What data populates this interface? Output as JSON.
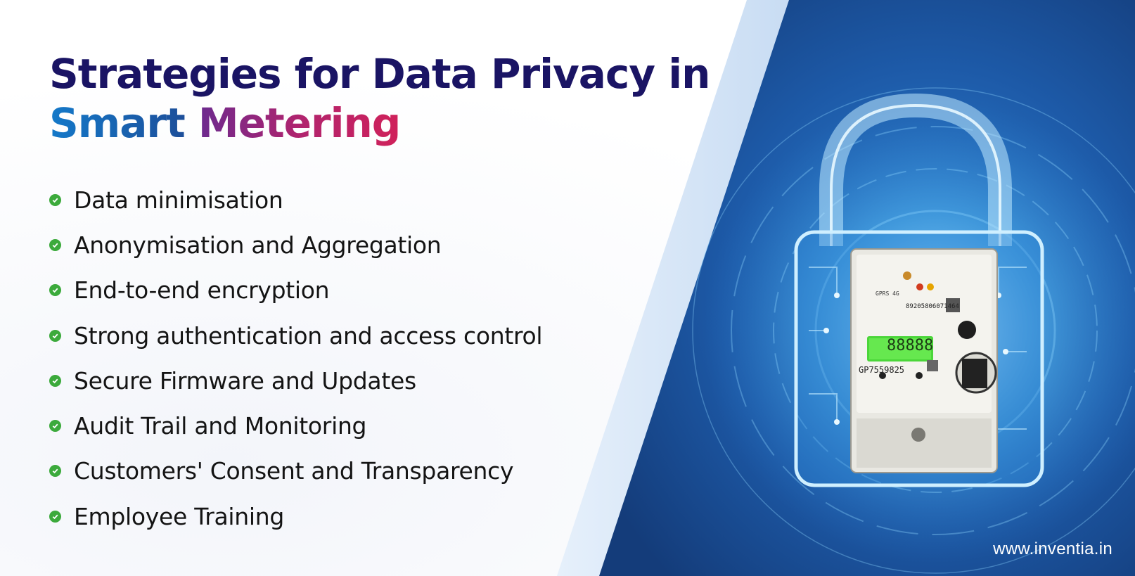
{
  "title": {
    "line1": "Strategies for Data Privacy in",
    "line2_part1": "Smart",
    "line2_part2": "Metering"
  },
  "strategies": [
    {
      "label": "Data minimisation"
    },
    {
      "label": "Anonymisation and Aggregation"
    },
    {
      "label": "End-to-end encryption"
    },
    {
      "label": "Strong authentication and access control"
    },
    {
      "label": "Secure Firmware and Updates"
    },
    {
      "label": "Audit Trail and Monitoring"
    },
    {
      "label": "Customers' Consent and Transparency"
    },
    {
      "label": "Employee Training"
    }
  ],
  "meter": {
    "display_reading": "88888",
    "serial": "GP7559825",
    "model_line": "GPRS 4G",
    "imei": "89205806071464"
  },
  "website": "www.inventia.in",
  "colors": {
    "title_dark": "#1a1464",
    "title_blue": "#1479c9",
    "title_magenta": "#b0246e",
    "bullet_green": "#3caa3c",
    "panel_blue": "#1e5aa8",
    "glow_cyan": "#7fd4ff"
  }
}
